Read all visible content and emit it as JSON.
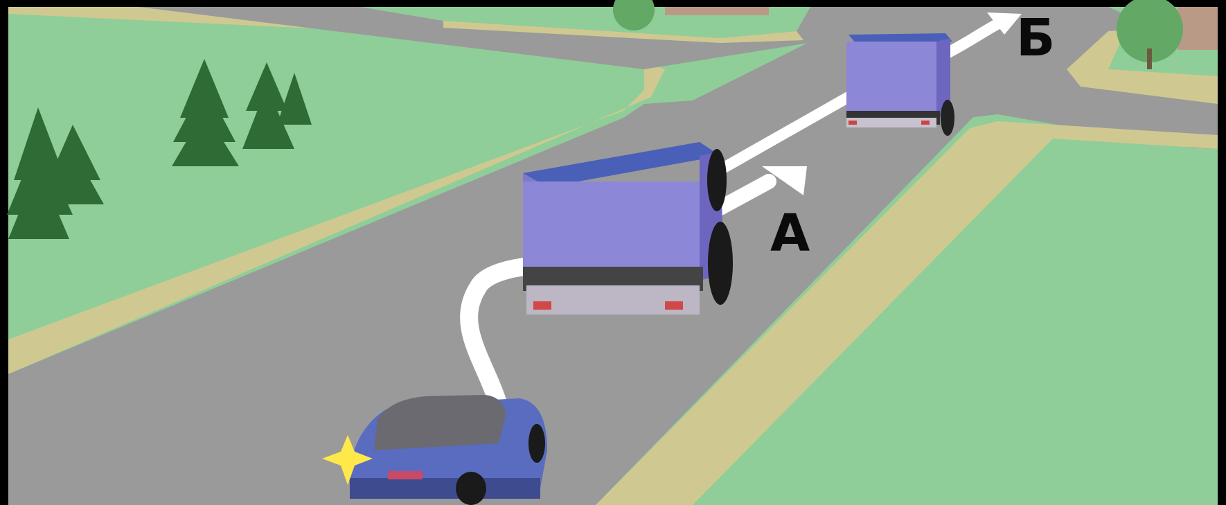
{
  "labels": {
    "route_a": "А",
    "route_b": "Б"
  },
  "colors": {
    "frame": "#000000",
    "grass": "#8fce98",
    "sidewalk": "#cfc991",
    "road": "#9a9a9a",
    "tree": "#2f6b34",
    "truck_body": "#8c87d6",
    "truck_roof": "#4a5fb8",
    "car_body": "#5a6cc0",
    "path_arrow": "#ffffff",
    "turn_signal": "#ffe94a"
  },
  "icons": {
    "route_arrow": "curved-arrow",
    "turn_signal": "star-flash"
  }
}
